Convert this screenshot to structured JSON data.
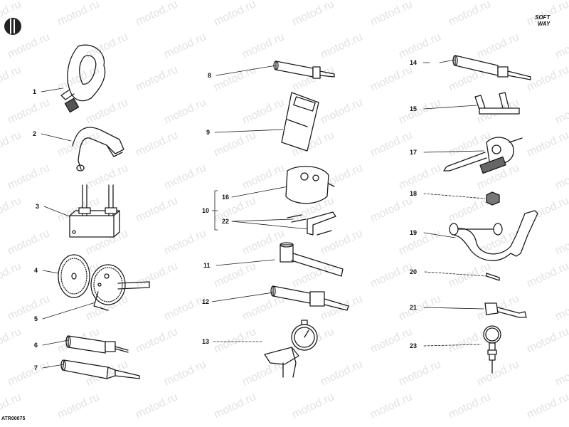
{
  "watermark": "motod.ru",
  "brand": {
    "line1": "SOFT",
    "line2": "WAY"
  },
  "drawing_code": "ATR00075",
  "callouts": [
    "1",
    "2",
    "3",
    "4",
    "5",
    "6",
    "7",
    "8",
    "9",
    "10",
    "11",
    "12",
    "13",
    "14",
    "15",
    "16",
    "17",
    "18",
    "19",
    "20",
    "21",
    "22",
    "23"
  ]
}
